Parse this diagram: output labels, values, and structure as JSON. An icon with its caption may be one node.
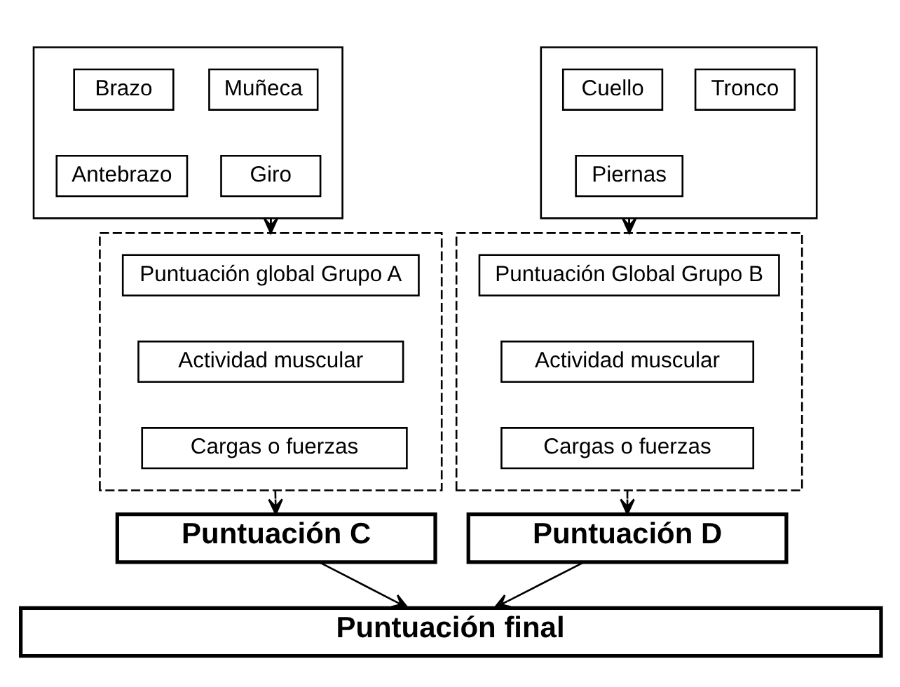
{
  "diagram": {
    "nodes": [
      {
        "text": [],
        "shape": "box"
      },
      {
        "text": [
          "Brazo"
        ],
        "in": 0
      },
      {
        "text": [
          "Muñeca"
        ],
        "in": 0
      },
      {
        "text": [
          "Antebrazo"
        ],
        "in": 0
      },
      {
        "text": [
          "Giro"
        ],
        "in": 0
      },
      {
        "text": [],
        "shape": "box"
      },
      {
        "text": [
          "Cuello"
        ],
        "in": 5
      },
      {
        "text": [
          "Tronco"
        ],
        "in": 5
      },
      {
        "text": [
          "Piernas"
        ],
        "in": 5
      },
      {
        "text": [],
        "shape": "box"
      },
      {
        "text": [
          "Puntuación global Grupo A"
        ],
        "in": 9
      },
      {
        "text": [
          "Actividad muscular"
        ],
        "in": 9
      },
      {
        "text": [
          "Cargas o fuerzas"
        ],
        "in": 9
      },
      {
        "text": [],
        "shape": "box"
      },
      {
        "text": [
          "Puntuación Global Grupo B"
        ],
        "in": 13
      },
      {
        "text": [
          "Actividad muscular"
        ],
        "in": 13
      },
      {
        "text": [
          "Cargas o fuerzas"
        ],
        "in": 13
      },
      {
        "text": [
          "Puntuación C"
        ]
      },
      {
        "text": [
          "Puntuación D"
        ]
      },
      {
        "text": [
          "Puntuación final"
        ]
      }
    ],
    "edges": [
      {
        "from": 0,
        "to": 9,
        "arrow": "to"
      },
      {
        "from": 5,
        "to": 13,
        "arrow": "to"
      },
      {
        "from": 9,
        "to": 17,
        "arrow": "to"
      },
      {
        "from": 13,
        "to": 18,
        "arrow": "to"
      },
      {
        "from": 17,
        "to": 19,
        "arrow": "to"
      },
      {
        "from": 18,
        "to": 19,
        "arrow": "to"
      }
    ]
  }
}
